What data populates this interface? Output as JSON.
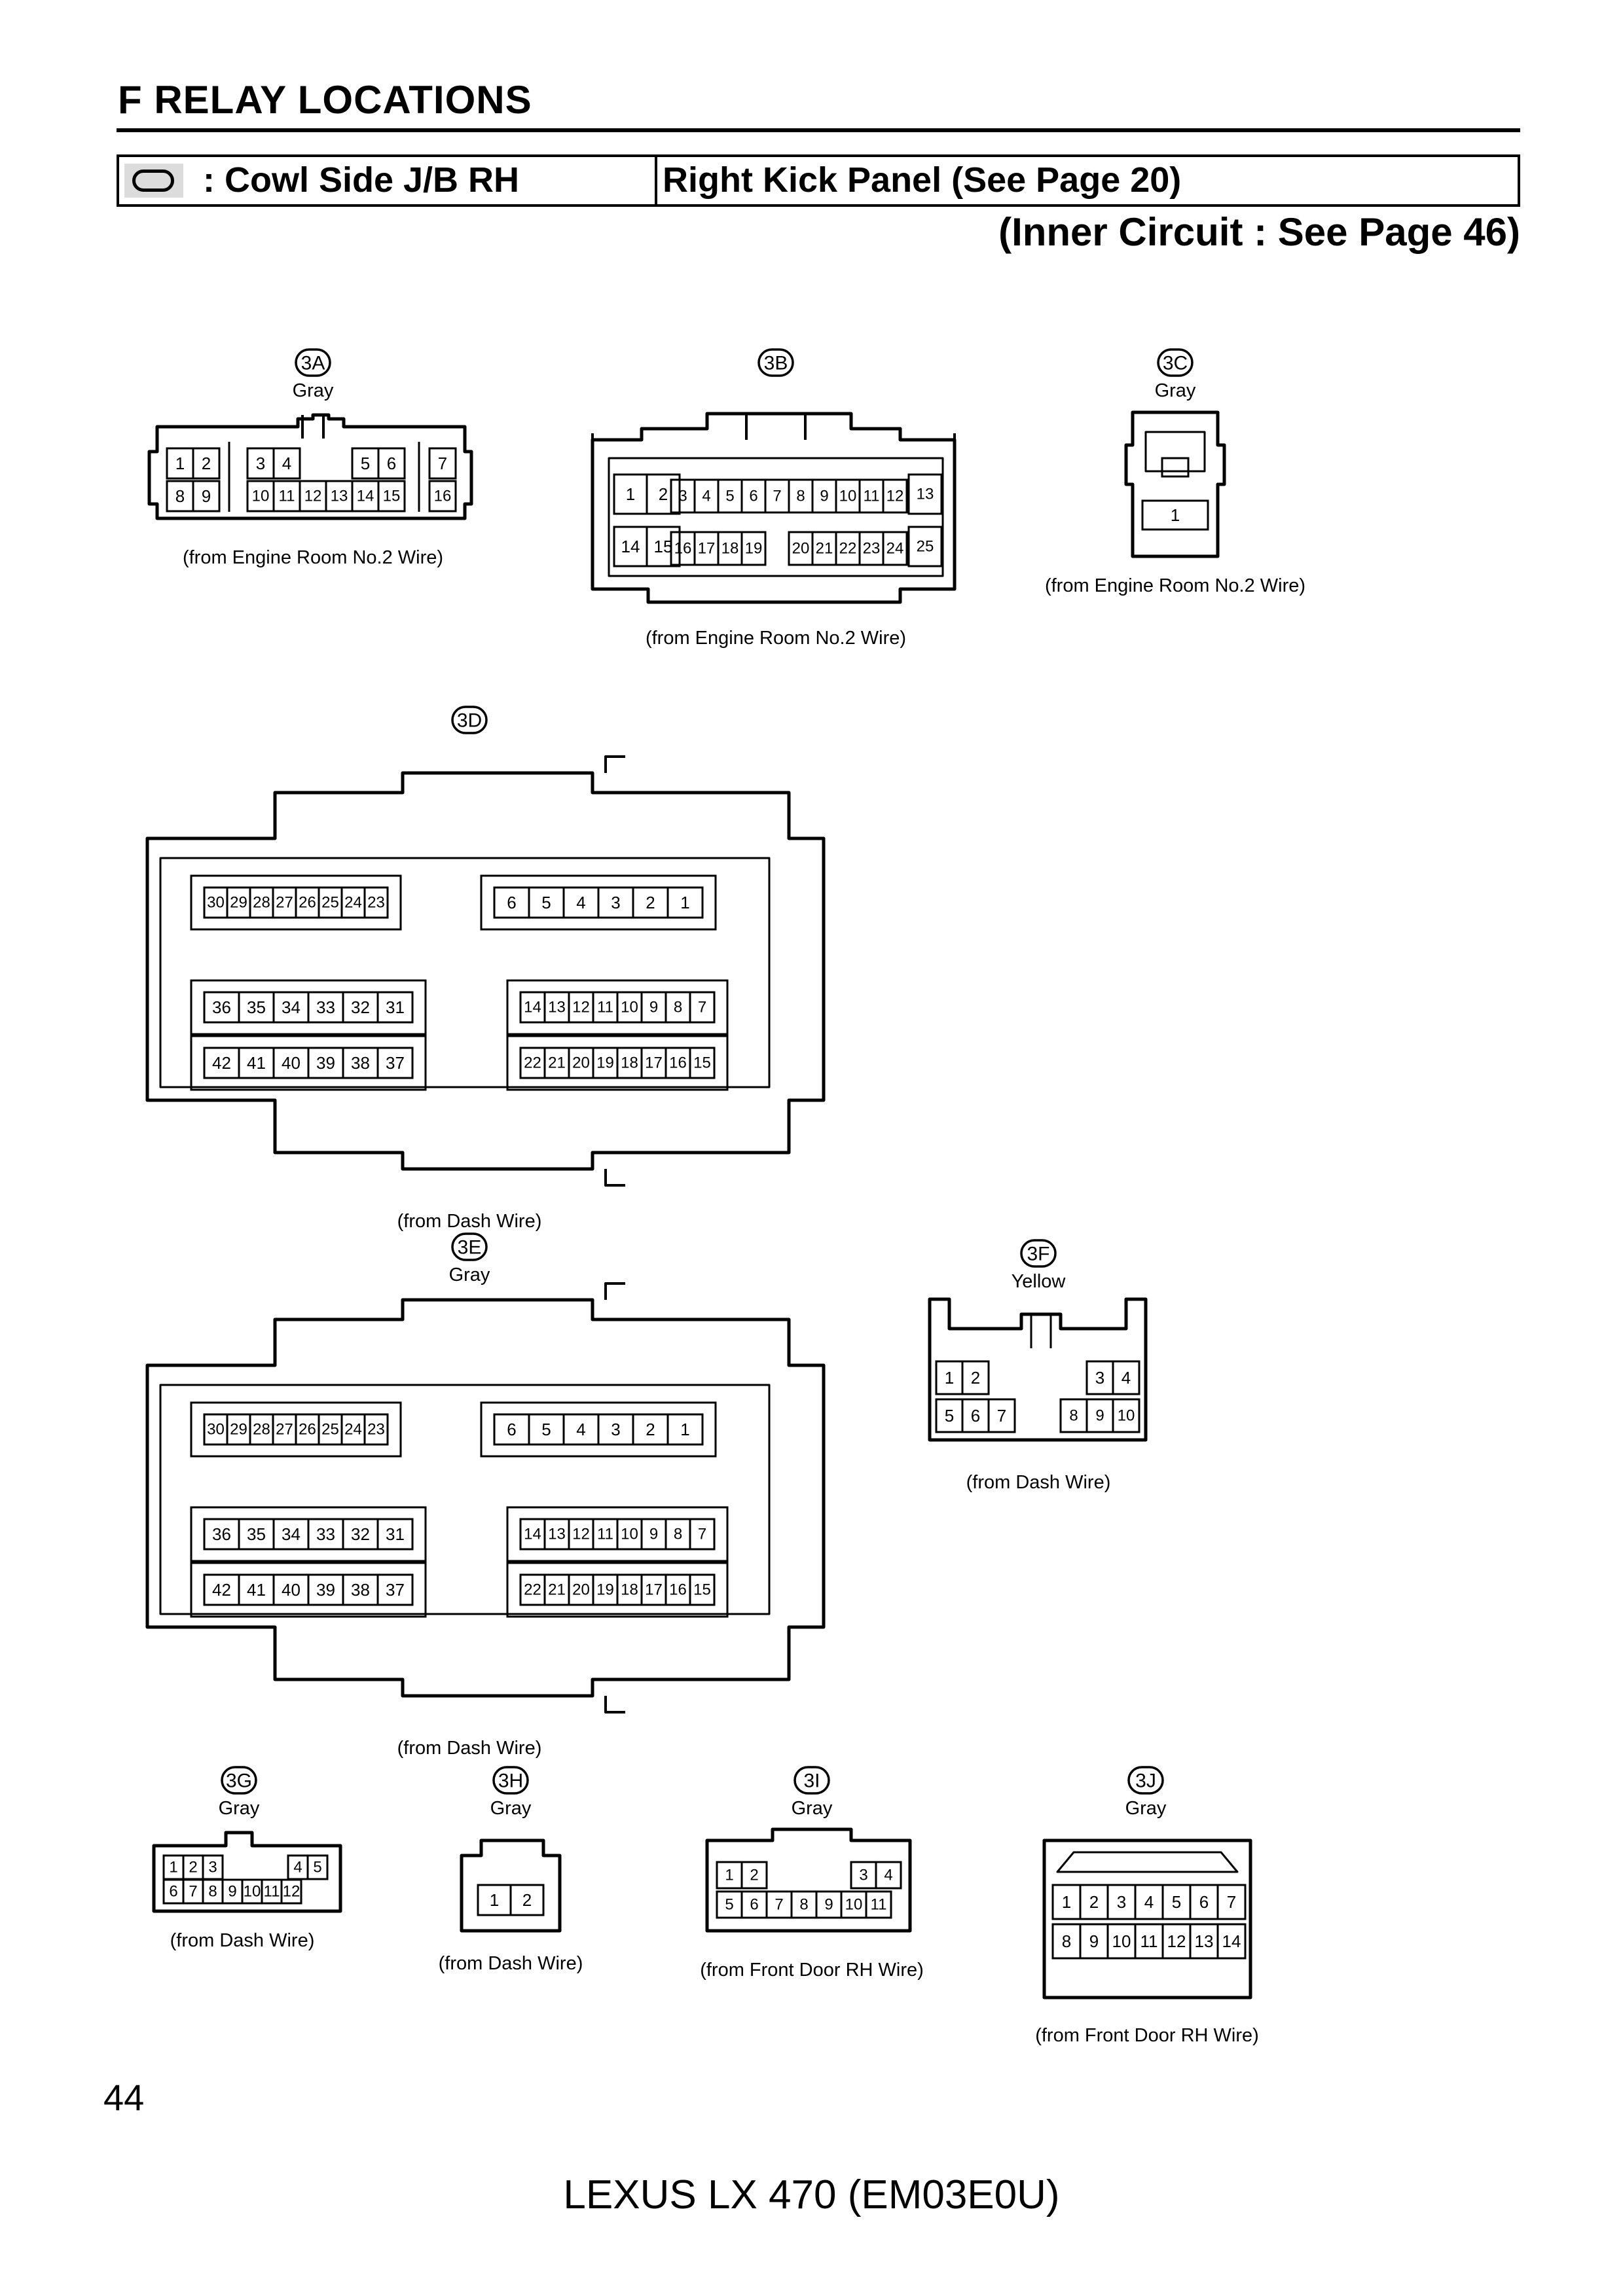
{
  "header": {
    "section_title": "F  RELAY LOCATIONS",
    "jb_name": ": Cowl Side J/B RH",
    "jb_location": "Right Kick Panel (See Page 20)",
    "inner_circuit": "(Inner Circuit : See Page 46)",
    "symbol_icon": "junction-block-symbol-icon"
  },
  "footer": {
    "page_number": "44",
    "model": "LEXUS LX 470 (EM03E0U)"
  },
  "connectors": [
    {
      "id": "3A",
      "color": "Gray",
      "source": "(from Engine Room No.2 Wire)",
      "rows": [
        [
          "1",
          "2",
          "3",
          "4",
          "5",
          "6",
          "7"
        ],
        [
          "8",
          "9",
          "10",
          "11",
          "12",
          "13",
          "14",
          "15",
          "16"
        ]
      ]
    },
    {
      "id": "3B",
      "color": "",
      "source": "(from Engine Room No.2 Wire)",
      "rows": [
        [
          "1",
          "2",
          "3",
          "4",
          "5",
          "6",
          "7",
          "8",
          "9",
          "10",
          "11",
          "12",
          "13"
        ],
        [
          "14",
          "15",
          "16",
          "17",
          "18",
          "19",
          "20",
          "21",
          "22",
          "23",
          "24",
          "25"
        ]
      ]
    },
    {
      "id": "3C",
      "color": "Gray",
      "source": "(from Engine Room No.2 Wire)",
      "rows": [
        [
          "1"
        ]
      ]
    },
    {
      "id": "3D",
      "color": "",
      "source": "(from Dash Wire)",
      "rows": [
        [
          "30",
          "29",
          "28",
          "27",
          "26",
          "25",
          "24",
          "23"
        ],
        [
          "6",
          "5",
          "4",
          "3",
          "2",
          "1"
        ],
        [
          "36",
          "35",
          "34",
          "33",
          "32",
          "31"
        ],
        [
          "14",
          "13",
          "12",
          "11",
          "10",
          "9",
          "8",
          "7"
        ],
        [
          "42",
          "41",
          "40",
          "39",
          "38",
          "37"
        ],
        [
          "22",
          "21",
          "20",
          "19",
          "18",
          "17",
          "16",
          "15"
        ]
      ]
    },
    {
      "id": "3E",
      "color": "Gray",
      "source": "(from Dash Wire)",
      "rows": [
        [
          "30",
          "29",
          "28",
          "27",
          "26",
          "25",
          "24",
          "23"
        ],
        [
          "6",
          "5",
          "4",
          "3",
          "2",
          "1"
        ],
        [
          "36",
          "35",
          "34",
          "33",
          "32",
          "31"
        ],
        [
          "14",
          "13",
          "12",
          "11",
          "10",
          "9",
          "8",
          "7"
        ],
        [
          "42",
          "41",
          "40",
          "39",
          "38",
          "37"
        ],
        [
          "22",
          "21",
          "20",
          "19",
          "18",
          "17",
          "16",
          "15"
        ]
      ]
    },
    {
      "id": "3F",
      "color": "Yellow",
      "source": "(from Dash Wire)",
      "rows": [
        [
          "1",
          "2",
          "3",
          "4"
        ],
        [
          "5",
          "6",
          "7",
          "8",
          "9",
          "10"
        ]
      ]
    },
    {
      "id": "3G",
      "color": "Gray",
      "source": "(from Dash Wire)",
      "rows": [
        [
          "1",
          "2",
          "3",
          "4",
          "5"
        ],
        [
          "6",
          "7",
          "8",
          "9",
          "10",
          "11",
          "12"
        ]
      ]
    },
    {
      "id": "3H",
      "color": "Gray",
      "source": "(from Dash Wire)",
      "rows": [
        [
          "1",
          "2"
        ]
      ]
    },
    {
      "id": "3I",
      "color": "Gray",
      "source": "(from Front Door RH Wire)",
      "rows": [
        [
          "1",
          "2",
          "3",
          "4"
        ],
        [
          "5",
          "6",
          "7",
          "8",
          "9",
          "10",
          "11"
        ]
      ]
    },
    {
      "id": "3J",
      "color": "Gray",
      "source": "(from Front Door RH Wire)",
      "rows": [
        [
          "1",
          "2",
          "3",
          "4",
          "5",
          "6",
          "7"
        ],
        [
          "8",
          "9",
          "10",
          "11",
          "12",
          "13",
          "14"
        ]
      ]
    }
  ]
}
